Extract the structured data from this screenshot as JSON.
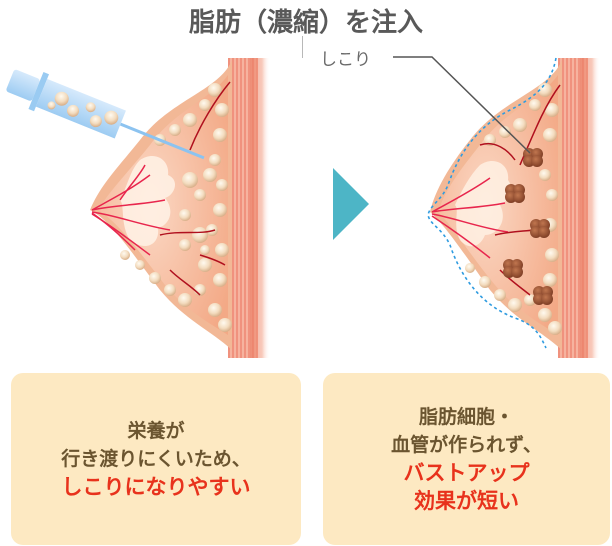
{
  "title": "脂肪（濃縮）を注入",
  "callout": {
    "label": "しこり"
  },
  "arrow": {
    "color": "#4db5c6",
    "icon": "triangle-right"
  },
  "panels": [
    {
      "id": "before",
      "illustration": "breast cross-section with syringe injecting fat cells",
      "box": {
        "lines": [
          "栄養が",
          "行き渡りにくいため、"
        ],
        "highlight": [
          "しこりになりやすい"
        ]
      }
    },
    {
      "id": "after",
      "illustration": "breast cross-section with lumps (しこり) and dashed outline of reduced volume",
      "box": {
        "lines": [
          "脂肪細胞・",
          "血管が作られず、"
        ],
        "highlight": [
          "バストアップ",
          "効果が短い"
        ]
      }
    }
  ],
  "colors": {
    "title": "#595959",
    "box_bg": "#fde9c2",
    "box_text": "#6b5530",
    "highlight": "#e8321c",
    "dashed_outline": "#2e9be0"
  }
}
